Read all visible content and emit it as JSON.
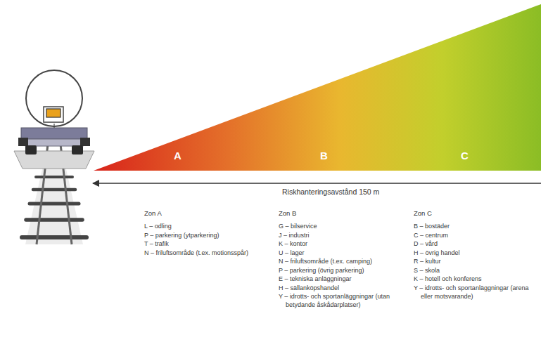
{
  "diagram": {
    "labels": [
      "A",
      "B",
      "C",
      "Riskhanteringsavstånd 150 m",
      "Zon A",
      "L – odling",
      "P – parkering (ytparkering)",
      "T – trafik",
      "N – friluftsområde (t.ex. motionsspår)",
      "Zon B",
      "G – bilservice",
      "J – industri",
      "K – kontor",
      "U – lager",
      "N – friluftsområde (t.ex. camping)",
      "P – parkering (övrig parkering)",
      "E – tekniska anläggningar",
      "H – sällanköpshandel",
      "Y – idrotts- och sportanläggningar (utan betydande åskådarplatser)",
      "Zon C",
      "B – bostäder",
      "C – centrum",
      "D – vård",
      "H – övrig handel",
      "R – kultur",
      "S – skola",
      "K – hotell och konferens",
      "Y – idrotts- och sportanläggningar (arena eller motsvarande)"
    ]
  }
}
